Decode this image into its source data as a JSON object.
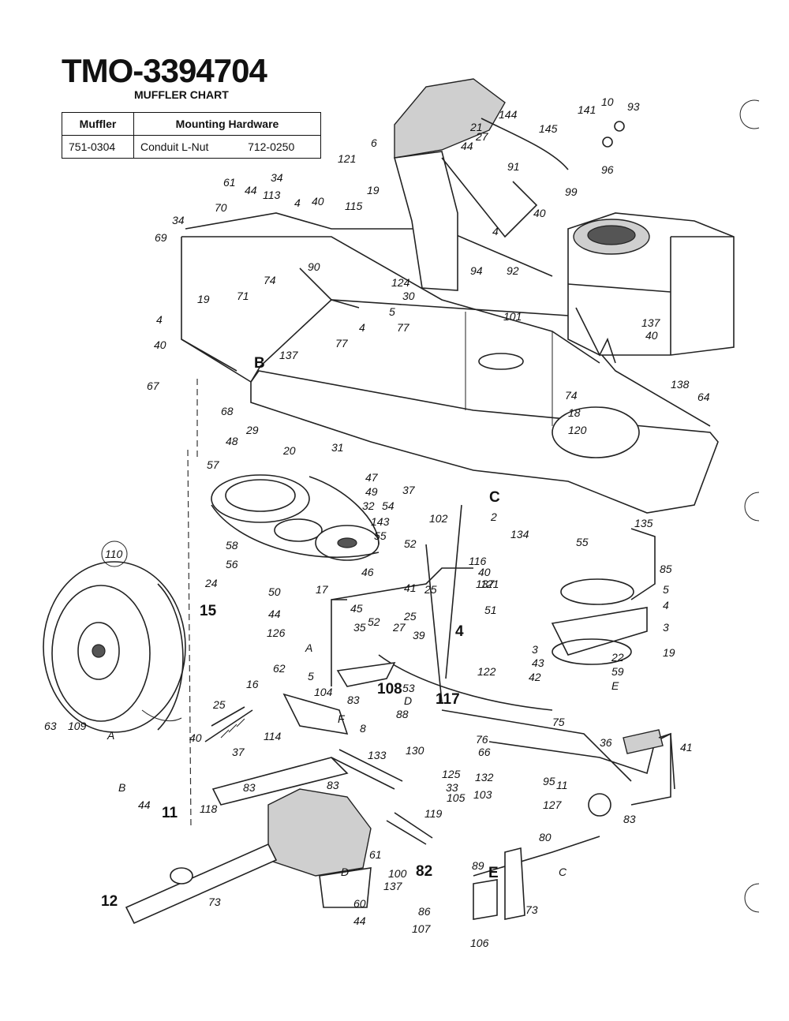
{
  "header": {
    "title": "TMO-3394704",
    "subtitle": "MUFFLER CHART"
  },
  "muffler_table": {
    "columns": [
      "Muffler",
      "Mounting Hardware"
    ],
    "row": {
      "muffler": "751-0304",
      "hardware_name": "Conduit L-Nut",
      "hardware_part": "712-0250"
    }
  },
  "callouts": [
    "144",
    "145",
    "141",
    "10",
    "93",
    "6",
    "27",
    "44",
    "21",
    "121",
    "91",
    "96",
    "99",
    "19",
    "40",
    "4",
    "92",
    "94",
    "61",
    "44",
    "113",
    "34",
    "4",
    "40",
    "115",
    "70",
    "34",
    "69",
    "90",
    "74",
    "71",
    "124",
    "30",
    "5",
    "4",
    "77",
    "101",
    "137",
    "40",
    "19",
    "4",
    "40",
    "137",
    "77",
    "B",
    "67",
    "68",
    "138",
    "64",
    "74",
    "18",
    "120",
    "48",
    "29",
    "20",
    "31",
    "47",
    "49",
    "57",
    "37",
    "C",
    "2",
    "134",
    "135",
    "32",
    "54",
    "143",
    "102",
    "58",
    "56",
    "55",
    "52",
    "116",
    "24",
    "46",
    "40",
    "137",
    "55",
    "85",
    "50",
    "17",
    "121",
    "41",
    "25",
    "5",
    "4",
    "3",
    "45",
    "27",
    "44",
    "52",
    "25",
    "126",
    "39",
    "51",
    "35",
    "A",
    "5",
    "4",
    "3",
    "43",
    "42",
    "22",
    "59",
    "E",
    "19",
    "15",
    "62",
    "16",
    "104",
    "83",
    "53",
    "D",
    "122",
    "117",
    "88",
    "76",
    "75",
    "36",
    "41",
    "25",
    "F",
    "8",
    "108",
    "66",
    "40",
    "37",
    "114",
    "133",
    "132",
    "130",
    "125",
    "33",
    "103",
    "95",
    "11",
    "B",
    "44",
    "11",
    "118",
    "83",
    "83",
    "105",
    "80",
    "83",
    "127",
    "119",
    "61",
    "D",
    "100",
    "82",
    "C",
    "89",
    "E",
    "73",
    "12",
    "73",
    "60",
    "44",
    "137",
    "86",
    "107",
    "106",
    "110",
    "63",
    "109",
    "A"
  ]
}
